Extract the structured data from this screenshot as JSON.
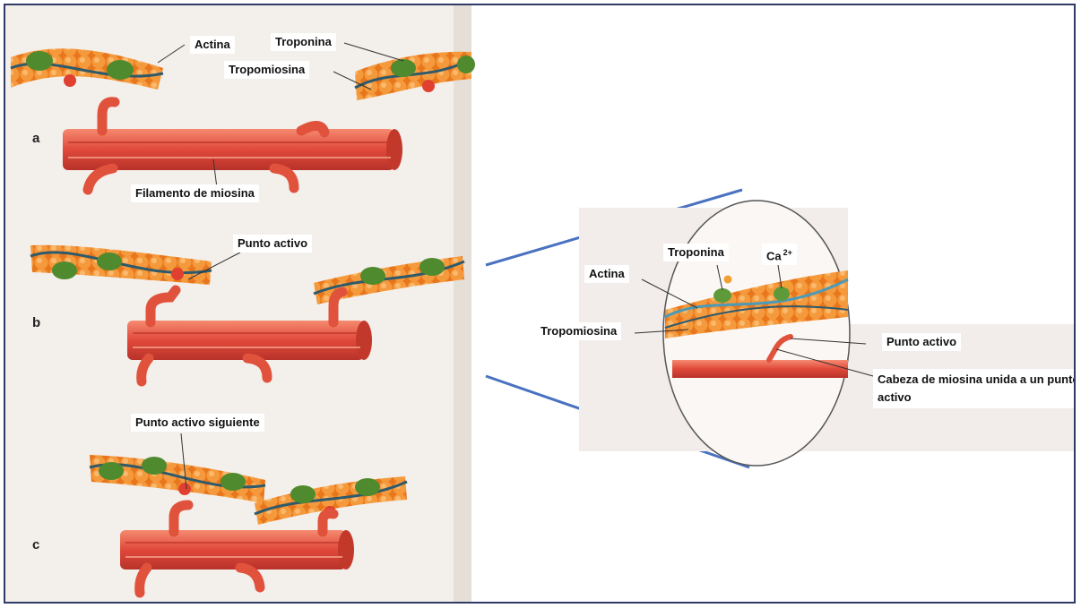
{
  "panels": {
    "a": {
      "step": "a",
      "actina": "Actina",
      "troponina": "Troponina",
      "tropomiosina": "Tropomiosina",
      "filamento": "Filamento de miosina"
    },
    "b": {
      "step": "b",
      "punto_activo": "Punto activo"
    },
    "c": {
      "step": "c",
      "punto_activo_siguiente": "Punto activo siguiente"
    }
  },
  "zoom": {
    "troponina": "Troponina",
    "calcium": "Ca",
    "calcium_charge": "2+",
    "actina": "Actina",
    "tropomiosina": "Tropomiosina",
    "punto_activo": "Punto activo",
    "cabeza": "Cabeza de miosina unida a un punto activo"
  },
  "colors": {
    "actin_orange": "#f08a2a",
    "troponin_green": "#4f8a2e",
    "tropomyosin_blue": "#2e5a6b",
    "myosin_red": "#e0493a",
    "pointer_line": "#4a72c0",
    "frame": "#2f3b66"
  }
}
